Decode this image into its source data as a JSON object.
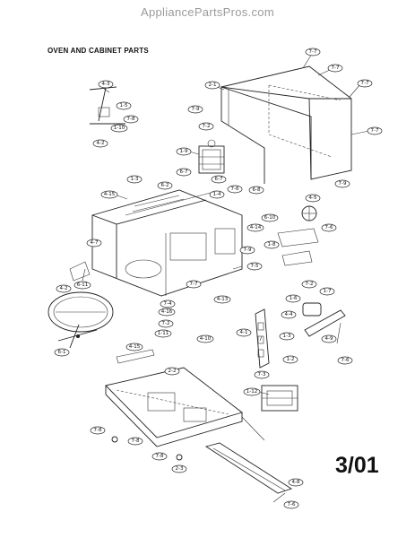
{
  "watermark": "AppliancePartsPros.com",
  "title": "OVEN AND CABINET PARTS",
  "page_mark": "3/01",
  "callouts": {
    "c4_3": "4-3",
    "c1_5": "1-5",
    "c7_8a": "7-8",
    "c1_10": "1-10",
    "c4_2a": "4-2",
    "c2_1": "2-1",
    "c7_7a": "7-7",
    "c7_7b": "7-7",
    "c7_7c": "7-7",
    "c7_7d": "7-7",
    "c7_9a": "7-9",
    "c7_2a": "7-2",
    "c1_9": "1-9",
    "c6_7": "6-7",
    "c1_3": "1-3",
    "c6_2": "6-2",
    "c4_15": "4-15",
    "c6_7b": "6-7",
    "c1_4": "1-4",
    "c7_6a": "7-6",
    "c6_8": "6-8",
    "c4_5": "4-5",
    "c7_6b": "7-6",
    "c6_10": "6-10",
    "c4_14": "4-14",
    "c1_8": "1-8",
    "c7_9b": "7-9",
    "c4_7": "4-7",
    "c7_5": "7-5",
    "c6_11": "6-11",
    "c7_7e": "7-7",
    "c4_13": "4-13",
    "c4_2b": "4-2",
    "c7_4": "7-4",
    "c4_16": "4-16",
    "c1_11": "1-11",
    "c7_2b": "7-2",
    "c4_10": "4-10",
    "c7_2c": "7-2",
    "c1_7": "1-7",
    "c1_6": "1-6",
    "c4_4": "4-4",
    "c6_1": "6-1",
    "c4_1": "4-1",
    "c1_3b": "1-3",
    "c1_2": "1-2",
    "c4_9": "4-9",
    "c7_6c": "7-6",
    "c4_15b": "4-15",
    "c2_2": "2-2",
    "c7_3": "7-3",
    "c1_12": "1-12",
    "c7_8b": "7-8",
    "c7_8c": "7-8",
    "c7_8d": "7-8",
    "c2_3": "2-3",
    "c4_8": "4-8",
    "c7_6d": "7-6",
    "c7_9c": "7-9"
  }
}
